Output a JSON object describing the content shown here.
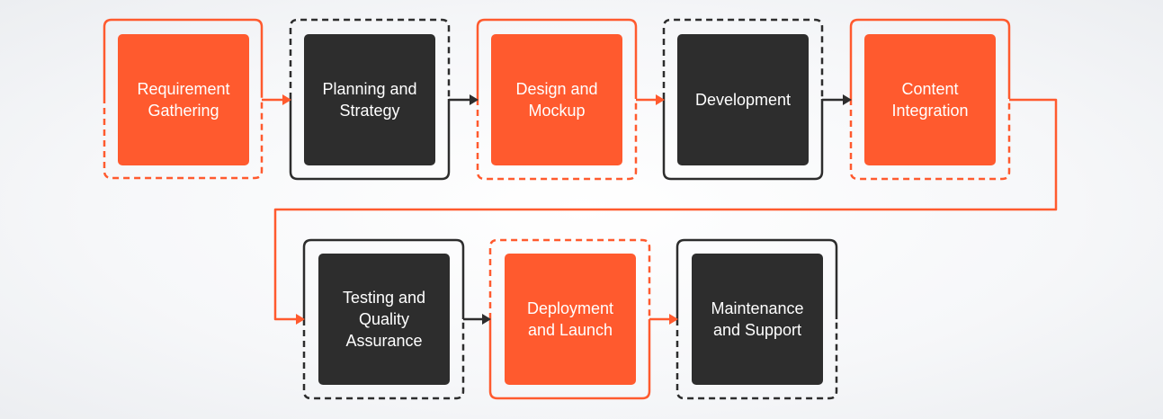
{
  "colors": {
    "orange": "#ff5a2e",
    "dark": "#2d2d2d",
    "background": "#f6f7f9"
  },
  "steps": [
    {
      "label": "Requirement Gathering",
      "fill": "orange"
    },
    {
      "label": "Planning and Strategy",
      "fill": "dark"
    },
    {
      "label": "Design and Mockup",
      "fill": "orange"
    },
    {
      "label": "Development",
      "fill": "dark"
    },
    {
      "label": "Content Integration",
      "fill": "orange"
    },
    {
      "label": "Testing and Quality Assurance",
      "fill": "dark"
    },
    {
      "label": "Deployment and Launch",
      "fill": "orange"
    },
    {
      "label": "Maintenance and Support",
      "fill": "dark"
    }
  ]
}
